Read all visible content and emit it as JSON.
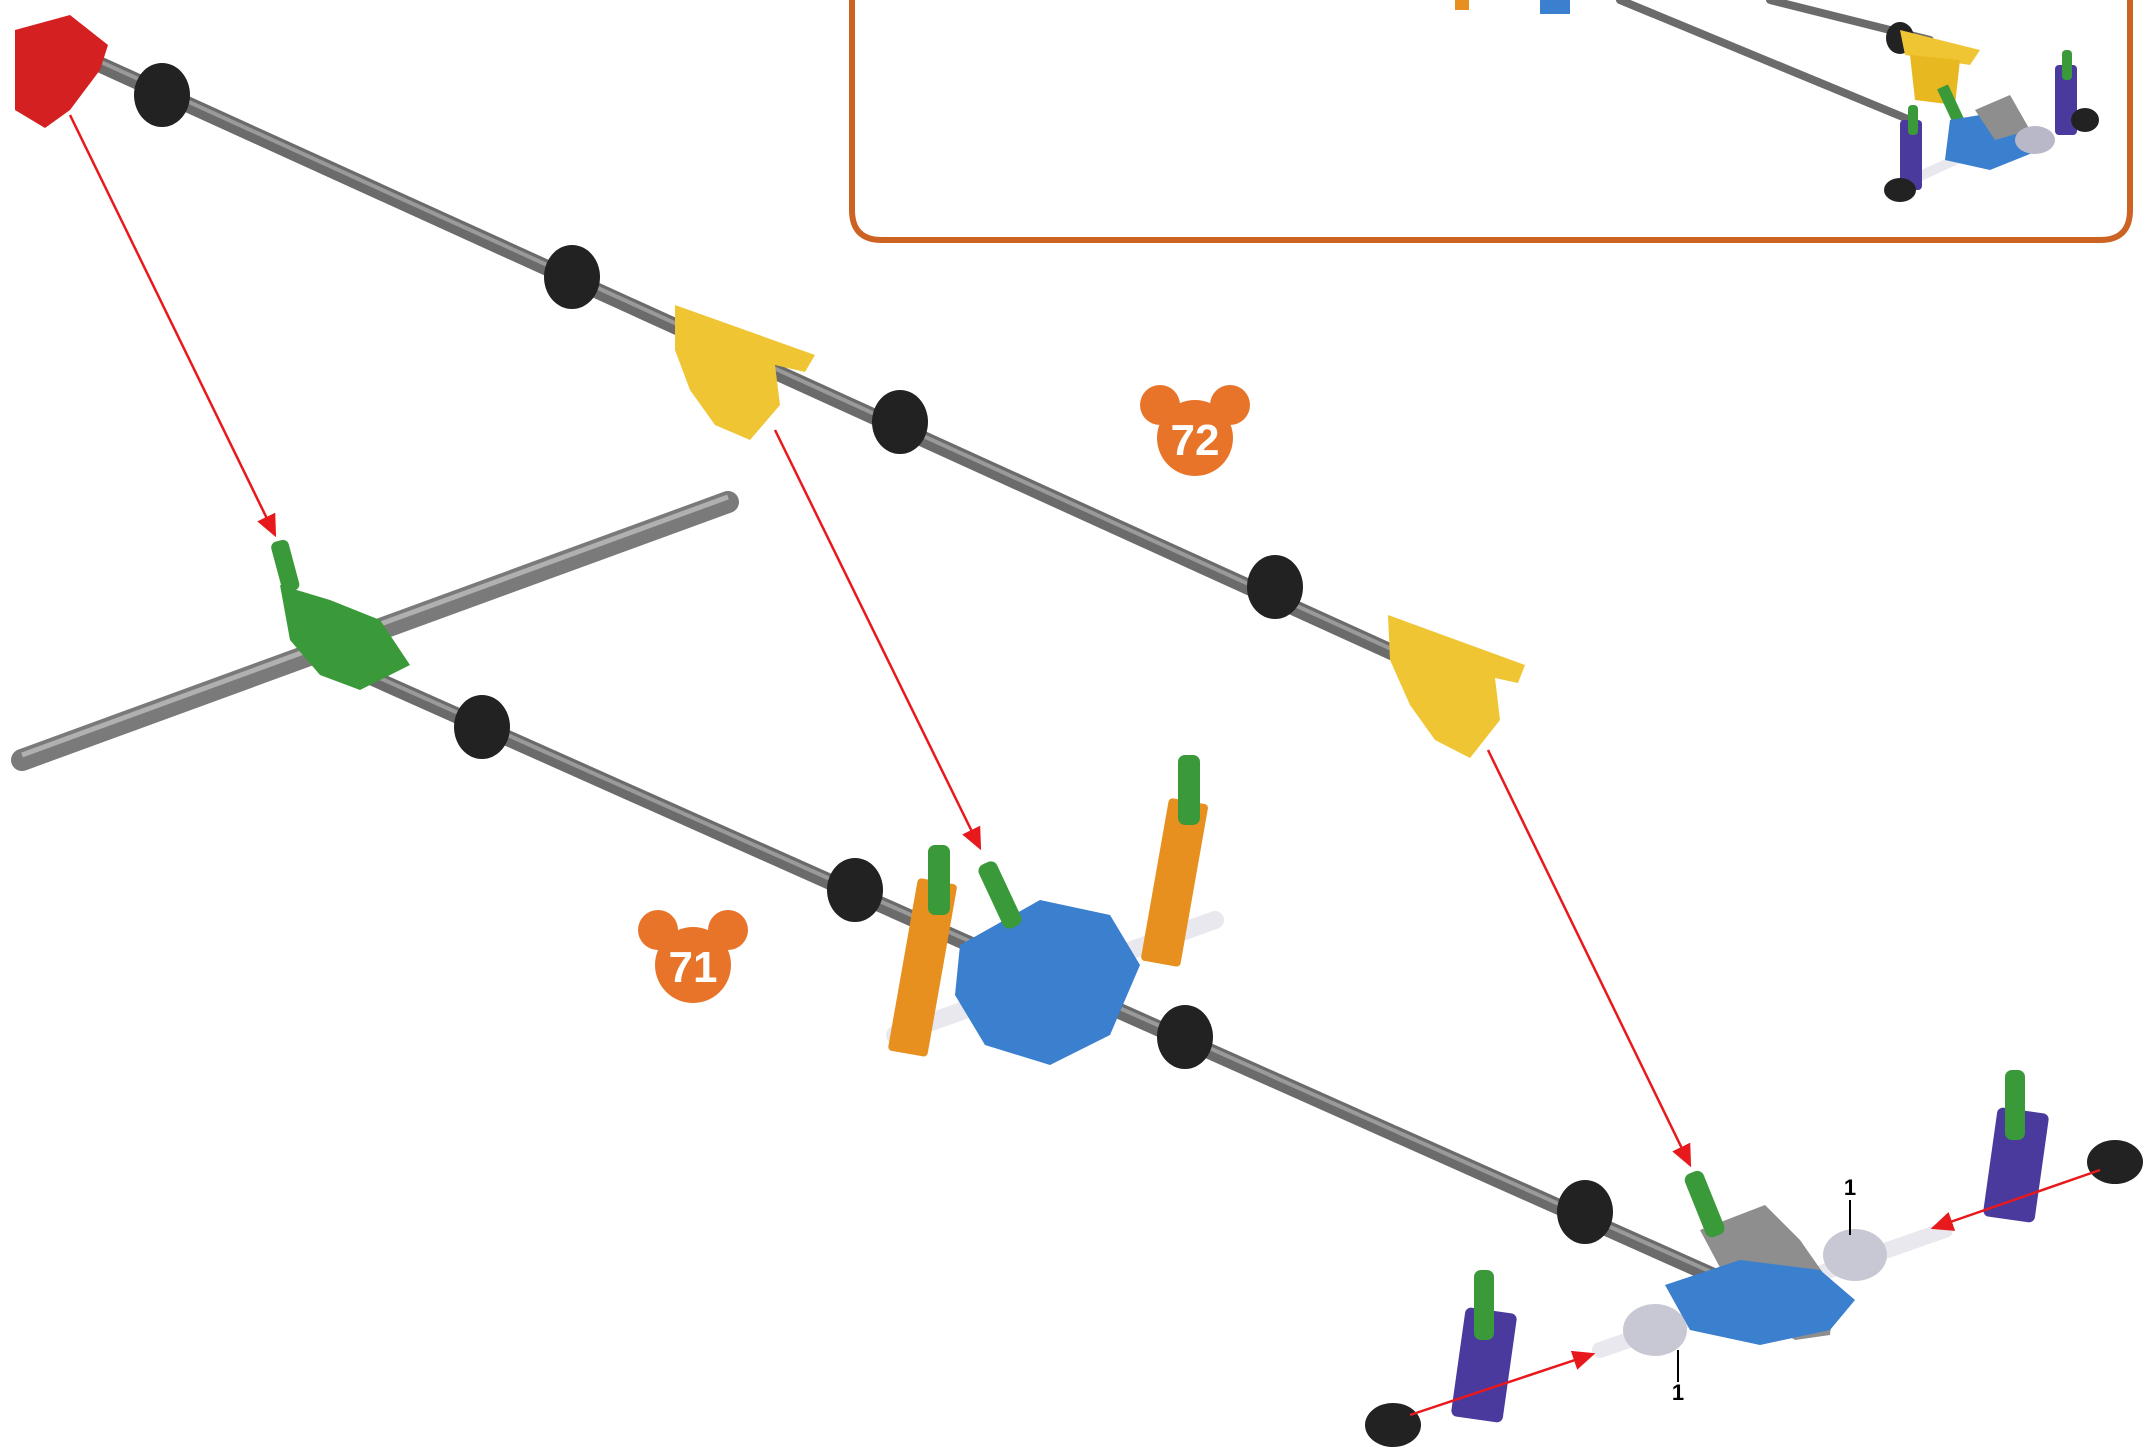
{
  "steps": [
    {
      "id": "step-71",
      "number": "71"
    },
    {
      "id": "step-72",
      "number": "72"
    }
  ],
  "callouts": [
    {
      "id": "callout-right",
      "text": "1"
    },
    {
      "id": "callout-left",
      "text": "1"
    }
  ],
  "colors": {
    "step_badge": "#e8742a",
    "inset_border": "#cc6322",
    "rod": "#6b6b6b",
    "arrow": "#e8191d",
    "connector_red": "#d42020",
    "connector_yellow": "#f0c534",
    "connector_green": "#3a9a3a",
    "connector_blue": "#3b7fcf",
    "connector_gray": "#8e8e8e",
    "connector_orange": "#e8901f",
    "connector_purple": "#4a3a9e",
    "spacer_black": "#222222",
    "spacer_white": "#e8e8ee"
  }
}
